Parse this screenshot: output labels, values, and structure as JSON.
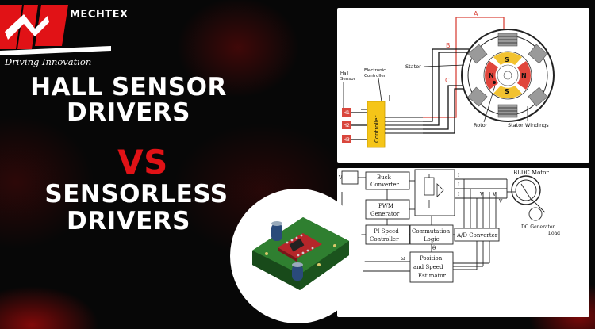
{
  "brand": {
    "name": "MECHTEX",
    "tagline": "Driving Innovation"
  },
  "headline": {
    "line1": "HALL SENSOR",
    "line2": "DRIVERS",
    "vs": "VS",
    "line3": "SENSORLESS",
    "line4": "DRIVERS"
  },
  "hall_diagram": {
    "phase_a": "A",
    "phase_b": "B",
    "phase_c": "C",
    "hall_sensor_label_1": "Hall",
    "hall_sensor_label_2": "Sensor",
    "controller_label_1": "Electronic",
    "controller_label_2": "Controller",
    "controller_box": "Controller",
    "stator": "Stator",
    "rotor": "Rotor",
    "stator_windings": "Stator Windings",
    "sensors": [
      "H1",
      "H2",
      "H3"
    ],
    "poles": [
      "S",
      "N",
      "N",
      "S"
    ]
  },
  "sensorless_diagram": {
    "buck_1": "Buck",
    "buck_2": "Converter",
    "pwm_1": "PWM",
    "pwm_2": "Generator",
    "pi_1": "PI Speed",
    "pi_2": "Controller",
    "commutation_1": "Commutation",
    "commutation_2": "Logic",
    "adc": "A/D Converter",
    "estimator_1": "Position",
    "estimator_2": "and Speed",
    "estimator_3": "Estimator",
    "motor": "BLDC Motor",
    "generator_1": "DC Generator",
    "generator_2": "Load",
    "vdc": "V",
    "ia": "I",
    "ib": "I",
    "ic": "I",
    "vbc": "V",
    "vca": "V",
    "vab": "V",
    "omega": "ω",
    "theta": "θ"
  },
  "colors": {
    "accent": "#e11216",
    "controller": "#f5c518",
    "pole_s": "#f2c230",
    "pole_n": "#e0463c",
    "sensor": "#d9463c"
  }
}
